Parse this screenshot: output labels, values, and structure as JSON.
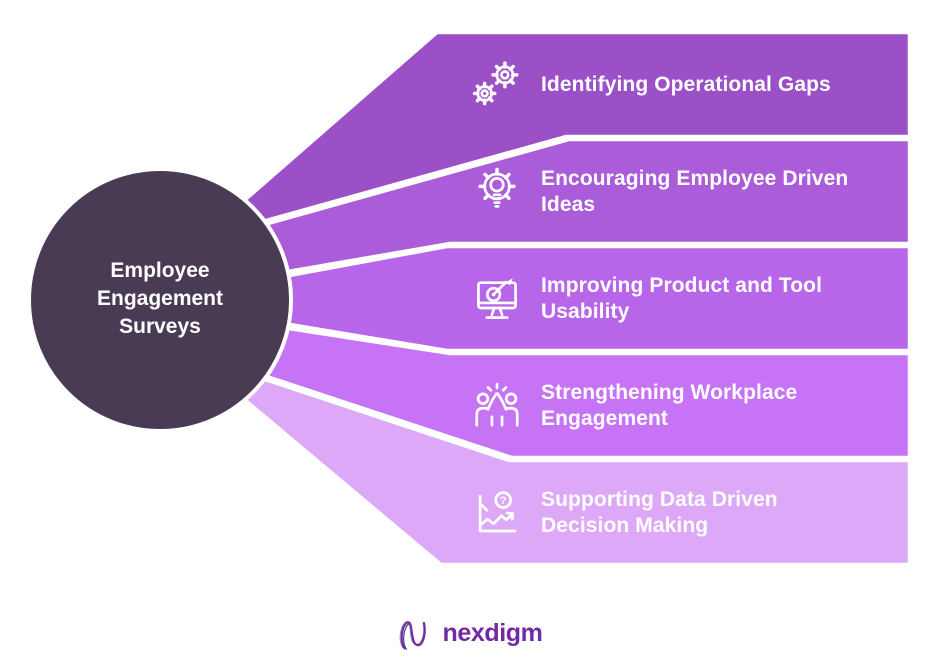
{
  "background": "#ffffff",
  "center": {
    "label": "Employee\nEngagement\nSurveys",
    "color": "#4a3b54",
    "text_color": "#ffffff"
  },
  "items": [
    {
      "label": "Identifying Operational Gaps",
      "icon": "gears-icon",
      "color": "#9b50c8"
    },
    {
      "label": "Encouraging Employee Driven\nIdeas",
      "icon": "gear-lightbulb-icon",
      "color": "#aa5cd9"
    },
    {
      "label": "Improving Product and Tool\nUsability",
      "icon": "monitor-target-icon",
      "color": "#b866e9"
    },
    {
      "label": "Strengthening Workplace\nEngagement",
      "icon": "people-highfive-icon",
      "color": "#c673f5"
    },
    {
      "label": "Supporting Data Driven\nDecision Making",
      "icon": "chart-question-icon",
      "color": "#dda8f7"
    }
  ],
  "footer": {
    "logo_text": "nexdigm",
    "logo_color": "#7229a3"
  }
}
